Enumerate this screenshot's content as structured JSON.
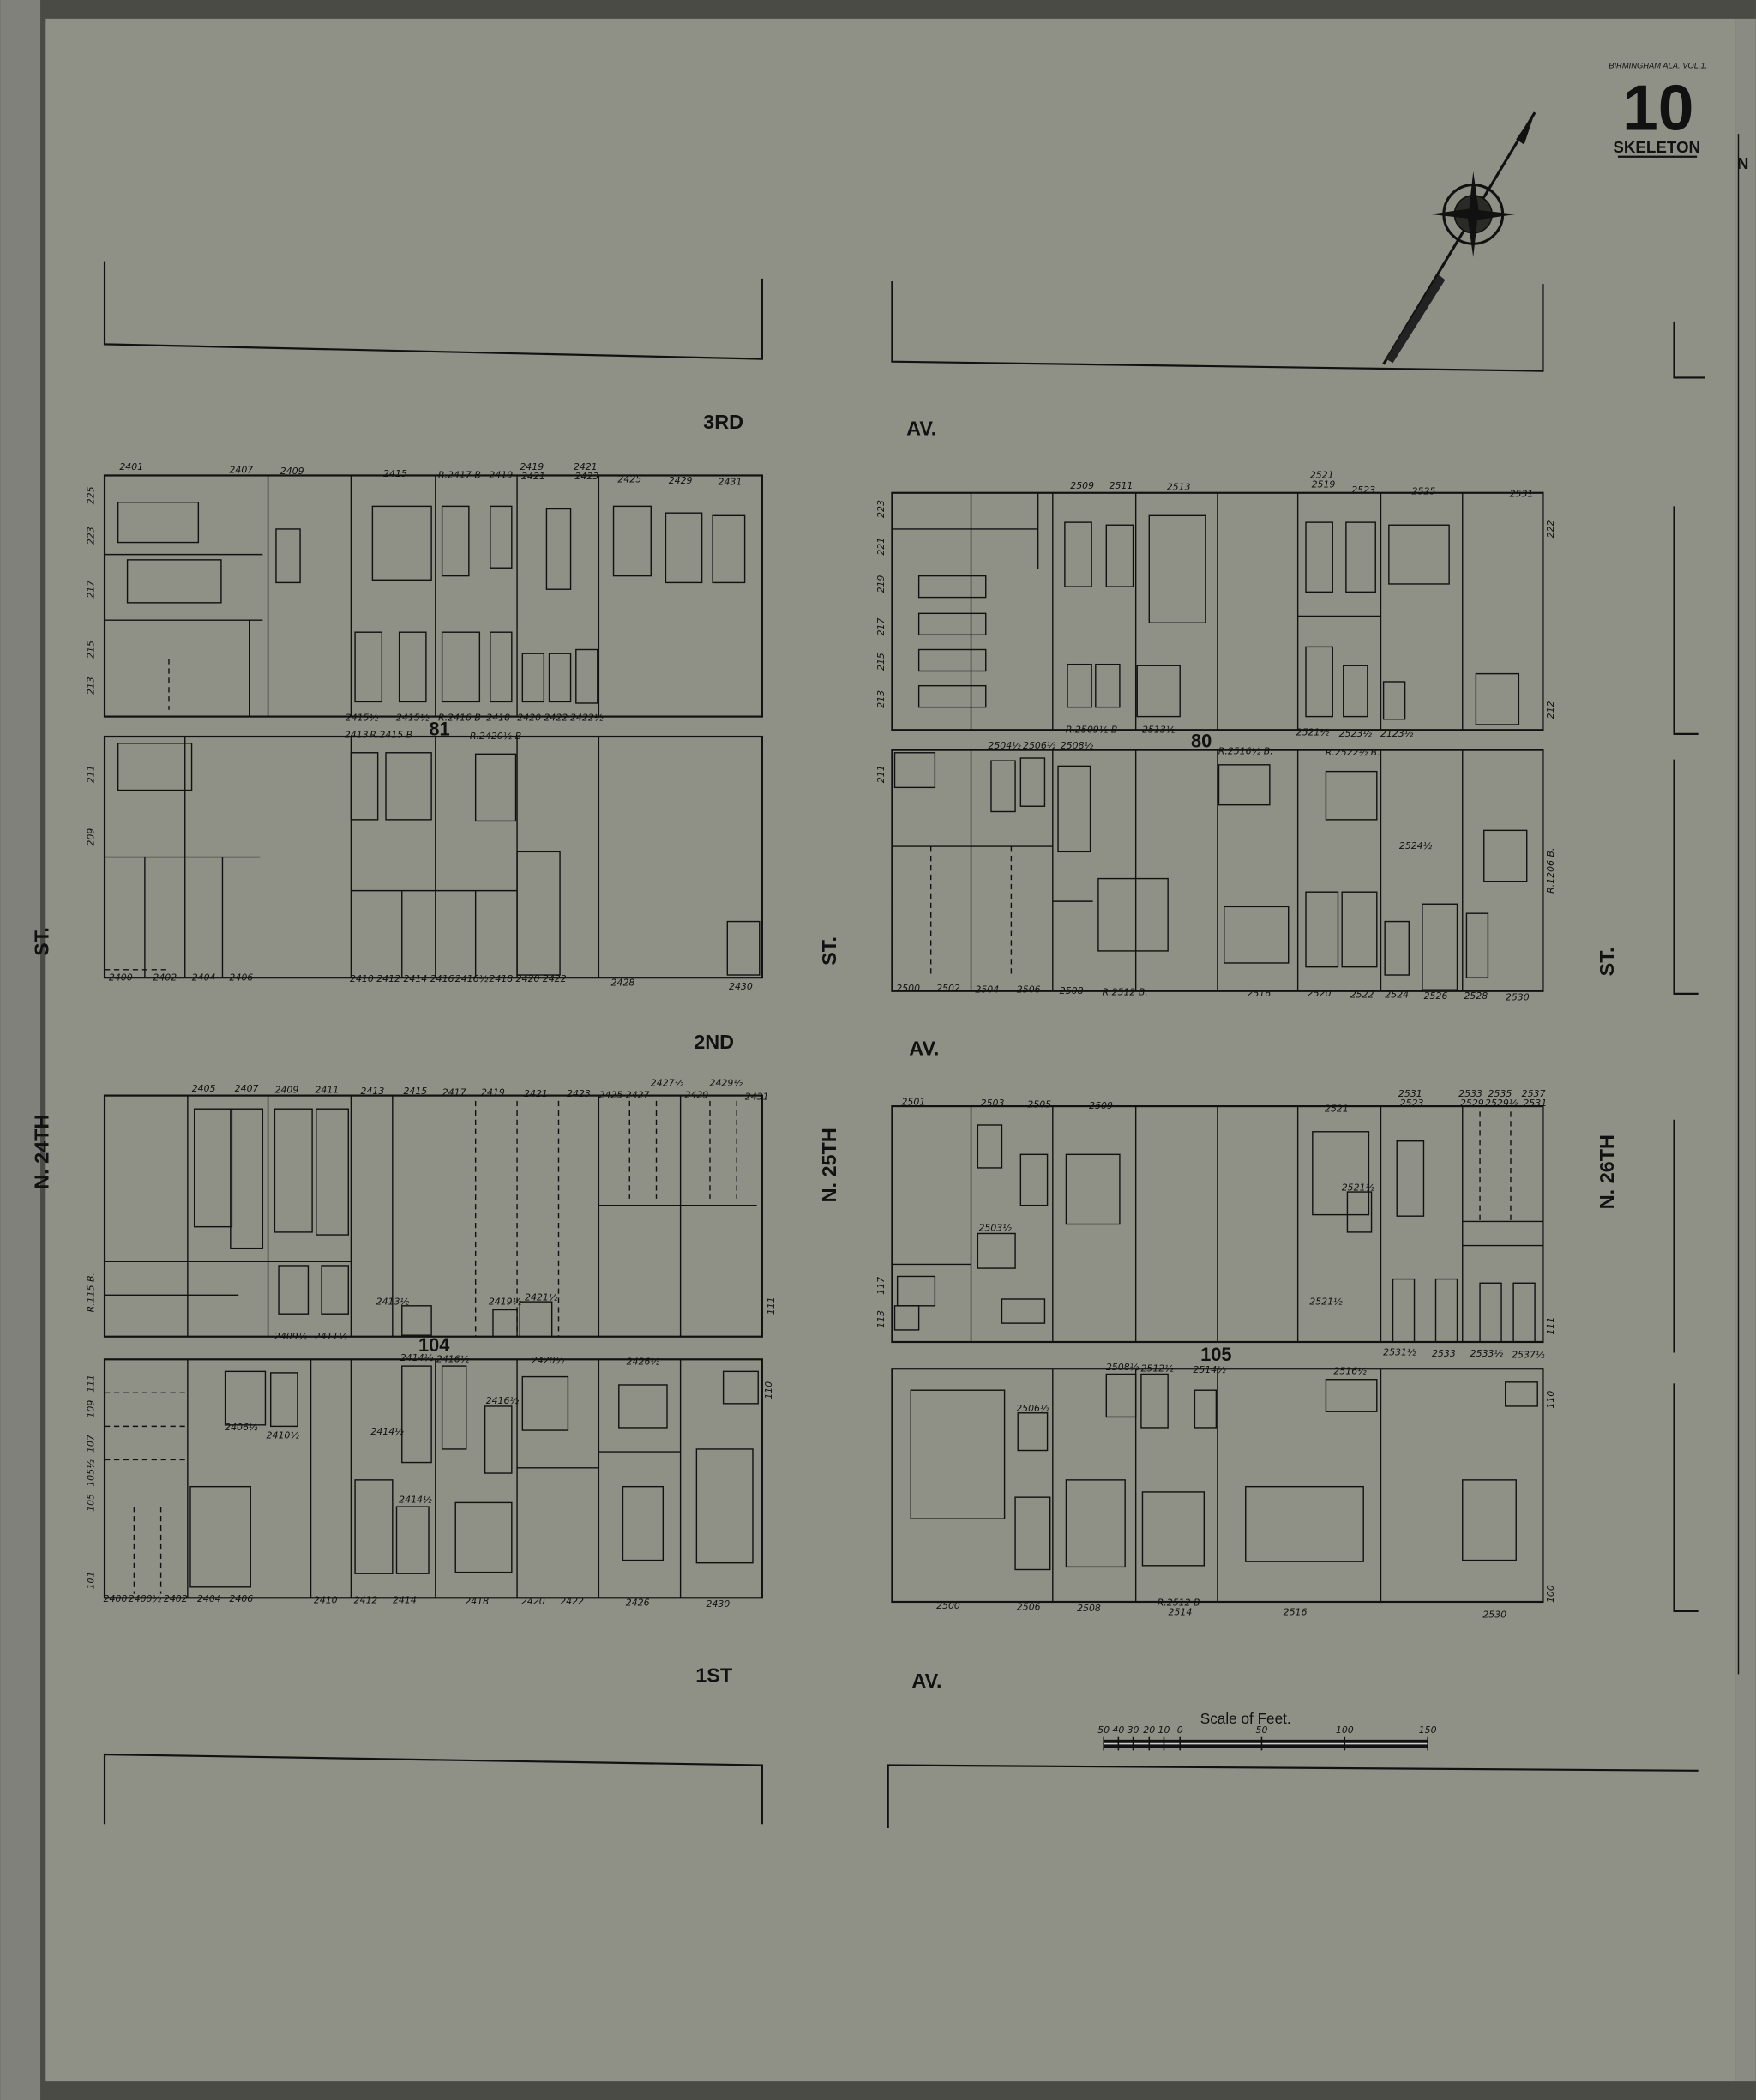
{
  "sheet": {
    "header": "BIRMINGHAM ALA. VOL.1.",
    "page_number": "10",
    "subtitle": "SKELETON",
    "edge_letter": "N"
  },
  "streets": {
    "third_av": [
      "3RD",
      "AV."
    ],
    "second_av": [
      "2ND",
      "AV."
    ],
    "first_av": [
      "1ST",
      "AV."
    ],
    "n24": "N. 24TH",
    "n24_st": "ST.",
    "n25": "N. 25TH",
    "n25_st": "ST.",
    "n26": "N. 26TH",
    "n26_st": "ST."
  },
  "blocks": [
    {
      "number": "81",
      "addresses": [
        "2401",
        "2407",
        "2409",
        "2415",
        "R.2417 B",
        "2419",
        "2419 2421",
        "2421 2423",
        "2425",
        "2429",
        "2431",
        "2415½",
        "2415½",
        "R.2416 B",
        "2418",
        "2420",
        "2422",
        "2422½",
        "2413",
        "R.2415 B",
        "R.2420½ B",
        "2400",
        "2402",
        "2404",
        "2406",
        "2410",
        "2412",
        "2414",
        "2416",
        "2416½",
        "2418",
        "2420",
        "2422",
        "2428",
        "2430",
        "225",
        "223",
        "217",
        "215",
        "213",
        "211",
        "209"
      ]
    },
    {
      "number": "80",
      "addresses": [
        "2509",
        "2511",
        "2513",
        "2521 2519",
        "2523",
        "2525",
        "2531",
        "R.2509½ B",
        "2513½",
        "2521½",
        "2523½",
        "2123½",
        "2504½",
        "2506½",
        "2508½",
        "R.2516½ B.",
        "R.2522½ B.",
        "2500",
        "2502",
        "2504",
        "2506",
        "2508",
        "R.2512 B.",
        "2516",
        "2520",
        "2522",
        "2524",
        "2526",
        "2528",
        "2530",
        "2524½",
        "223",
        "221",
        "219",
        "217",
        "215",
        "213",
        "211",
        "222",
        "212",
        "R.1206 B."
      ]
    },
    {
      "number": "104",
      "addresses": [
        "2405",
        "2407",
        "2409",
        "2411",
        "2413",
        "2415",
        "2417",
        "2419",
        "2421",
        "2423",
        "2425",
        "2427",
        "2427½",
        "2429",
        "2429½",
        "2431",
        "2413½",
        "2419½",
        "2421½",
        "2409½",
        "2411½",
        "R.115 B.",
        "111",
        "2414½",
        "2416½",
        "2420½",
        "2426½",
        "2406½",
        "2410½",
        "2414½",
        "2416½",
        "2414½",
        "2400",
        "2400½",
        "2402",
        "2404",
        "2406",
        "2410",
        "2412",
        "2414",
        "2418",
        "2420",
        "2422",
        "2426",
        "2430",
        "111",
        "109",
        "107",
        "105½",
        "105",
        "101",
        "110"
      ]
    },
    {
      "number": "105",
      "addresses": [
        "2501",
        "2503",
        "2505",
        "2509",
        "2521",
        "2531 2523",
        "2533 2529",
        "2535 2529½",
        "2537 2531",
        "2503½",
        "2521½",
        "2521½",
        "2531½",
        "2533",
        "2533½",
        "2537½",
        "117",
        "113",
        "111",
        "2508½",
        "2512½",
        "2514½",
        "2516½",
        "2506½",
        "2500",
        "2506",
        "2508",
        "R.2512 B 2514",
        "2516",
        "2530",
        "110",
        "100"
      ]
    }
  ],
  "scale": {
    "title": "Scale of Feet.",
    "ticks": [
      "50",
      "40",
      "30",
      "20",
      "10",
      "0",
      "50",
      "100",
      "150"
    ]
  },
  "colors": {
    "paper": "#8f9086",
    "ink": "#111111",
    "binding": "#4a4b45"
  }
}
